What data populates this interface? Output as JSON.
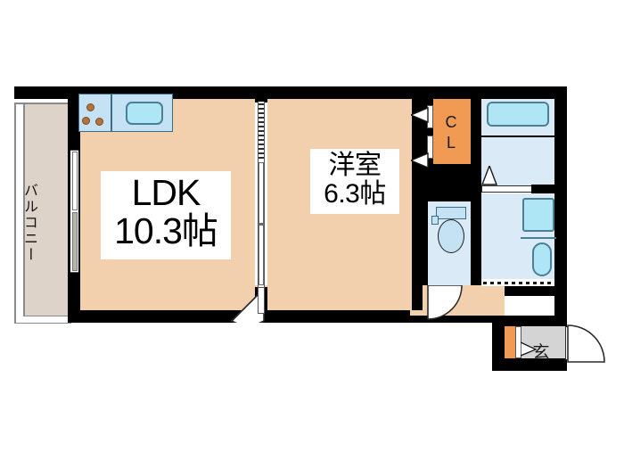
{
  "plan": {
    "type": "apartment-floor-plan",
    "unit_area_notation": "帖",
    "rooms": [
      {
        "id": "ldk",
        "name_line1": "LDK",
        "name_line2": "10.3帖",
        "size_jo": 10.3,
        "fill": "#f2cfad"
      },
      {
        "id": "bedroom",
        "name_line1": "洋室",
        "name_line2": "6.3帖",
        "size_jo": 6.3,
        "fill": "#f2cfad"
      },
      {
        "id": "closet",
        "name_line1": "C",
        "name_line2": "L",
        "size_jo": null,
        "fill": "#f09a54"
      },
      {
        "id": "balcony",
        "name_line1": "バルコニー",
        "name_line2": "",
        "size_jo": null,
        "fill": "#ded3c8"
      },
      {
        "id": "entrance",
        "name_line1": "玄",
        "name_line2": "",
        "size_jo": null,
        "fill": "#d4d4d4"
      }
    ],
    "fixtures": [
      {
        "id": "gas-stove",
        "label": "3-burner gas stove"
      },
      {
        "id": "kitchen-sink",
        "label": "kitchen sink"
      },
      {
        "id": "bathtub",
        "label": "bathtub"
      },
      {
        "id": "washbasin",
        "label": "wash basin"
      },
      {
        "id": "washing-machine",
        "label": "washing machine space"
      },
      {
        "id": "toilet",
        "label": "toilet"
      },
      {
        "id": "shoe-cabinet",
        "label": "shoe cabinet"
      }
    ],
    "colors": {
      "wall": "#000000",
      "room": "#f2cfad",
      "balcony": "#ded3c8",
      "water_area": "#dbeaf7",
      "kitchen": "#c5e2f5",
      "tub": "#aee6f5",
      "closet": "#f09a54",
      "entrance_tile": "#d4d4d4",
      "background": "#ffffff"
    }
  },
  "labels": {
    "ldk_line1": "LDK",
    "ldk_line2": "10.3帖",
    "bedroom_line1": "洋室",
    "bedroom_line2": "6.3帖",
    "closet_line1": "C",
    "closet_line2": "L",
    "balcony": "バルコニー",
    "entrance": "玄"
  }
}
